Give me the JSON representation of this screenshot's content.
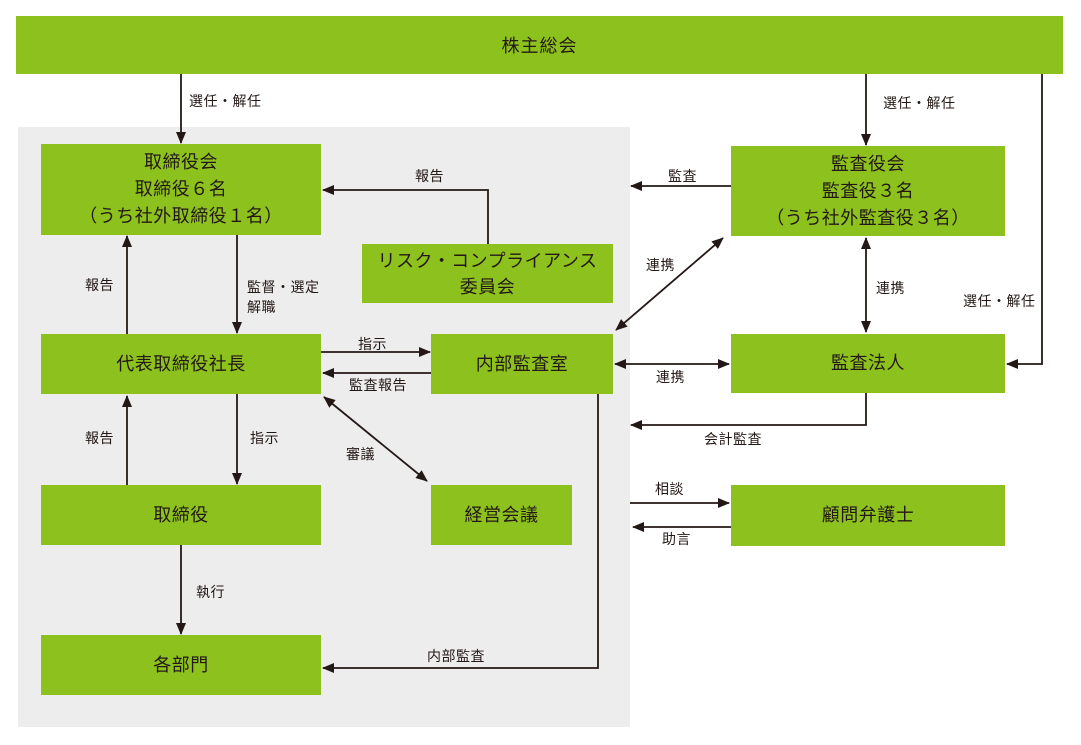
{
  "diagram": {
    "top": {
      "label": "株主総会"
    },
    "nodes": {
      "board": {
        "lines": [
          "取締役会",
          "取締役６名",
          "（うち社外取締役１名）"
        ]
      },
      "risk_committee": {
        "lines": [
          "リスク・コンプライアンス",
          "委員会"
        ]
      },
      "president": {
        "label": "代表取締役社長"
      },
      "internal_audit": {
        "label": "内部監査室"
      },
      "directors": {
        "label": "取締役"
      },
      "management_meeting": {
        "label": "経営会議"
      },
      "departments": {
        "label": "各部門"
      },
      "audit_board": {
        "lines": [
          "監査役会",
          "監査役３名",
          "（うち社外監査役３名）"
        ]
      },
      "audit_firm": {
        "label": "監査法人"
      },
      "legal_advisor": {
        "label": "顧問弁護士"
      }
    },
    "edges": {
      "appoint_dismiss_board": "選任・解任",
      "appoint_dismiss_audit_board": "選任・解任",
      "appoint_dismiss_audit_firm": "選任・解任",
      "report_president_to_board": "報告",
      "supervise_line1": "監督・選定",
      "supervise_line2": "解職",
      "report_risk_to_board": "報告",
      "instruct_internal_audit": "指示",
      "audit_report": "監査報告",
      "report_directors_to_president": "報告",
      "instruct_directors": "指示",
      "deliberation": "審議",
      "execution": "執行",
      "internal_audit_action": "内部監査",
      "audit": "監査",
      "cooperation_diagonal": "連携",
      "cooperation_vertical": "連携",
      "cooperation_horizontal": "連携",
      "accounting_audit": "会計監査",
      "consultation": "相談",
      "advice": "助言"
    },
    "colors": {
      "green": "#8dc21e",
      "panel": "#ededed",
      "line": "#231815"
    }
  }
}
